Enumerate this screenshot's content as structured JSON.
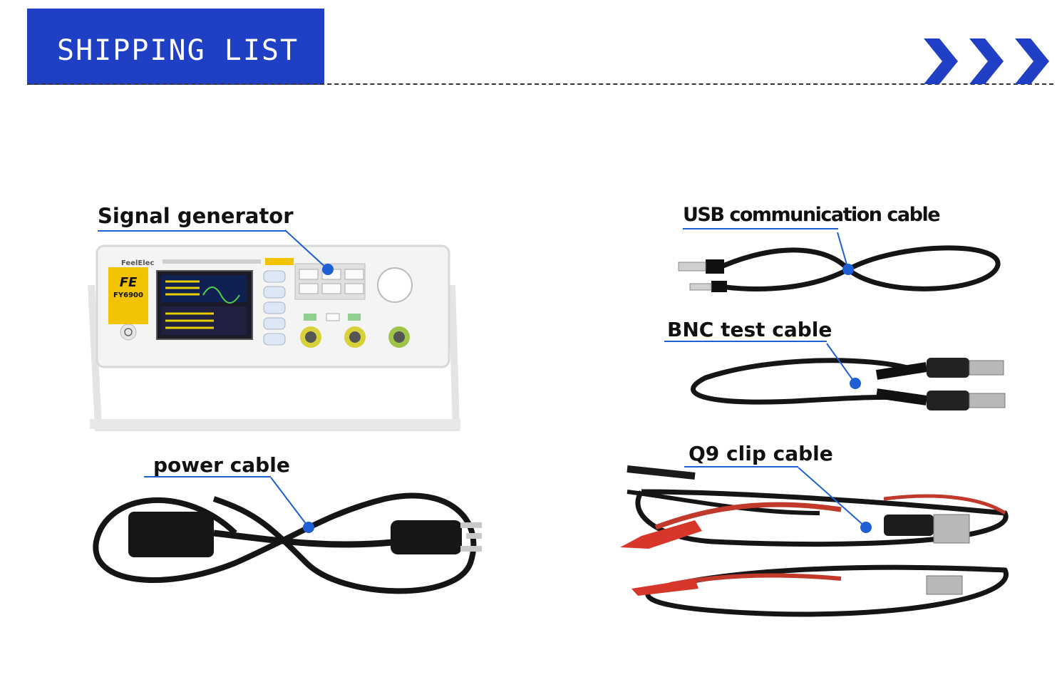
{
  "header": {
    "title": "SHIPPING LIST",
    "accent_color": "#1f3fc4",
    "chevron_icon": "triple-chevron-right-icon"
  },
  "items": {
    "signal_generator": {
      "label": "Signal generator",
      "brand": "FeelElec",
      "model": "FY6900",
      "logo": "FE"
    },
    "usb_cable": {
      "label": "USB communication cable"
    },
    "bnc_cable": {
      "label": "BNC test cable"
    },
    "power_cable": {
      "label": "power cable"
    },
    "q9_cable": {
      "label": "Q9 clip cable"
    }
  },
  "pointer_color": "#1f5fd6"
}
